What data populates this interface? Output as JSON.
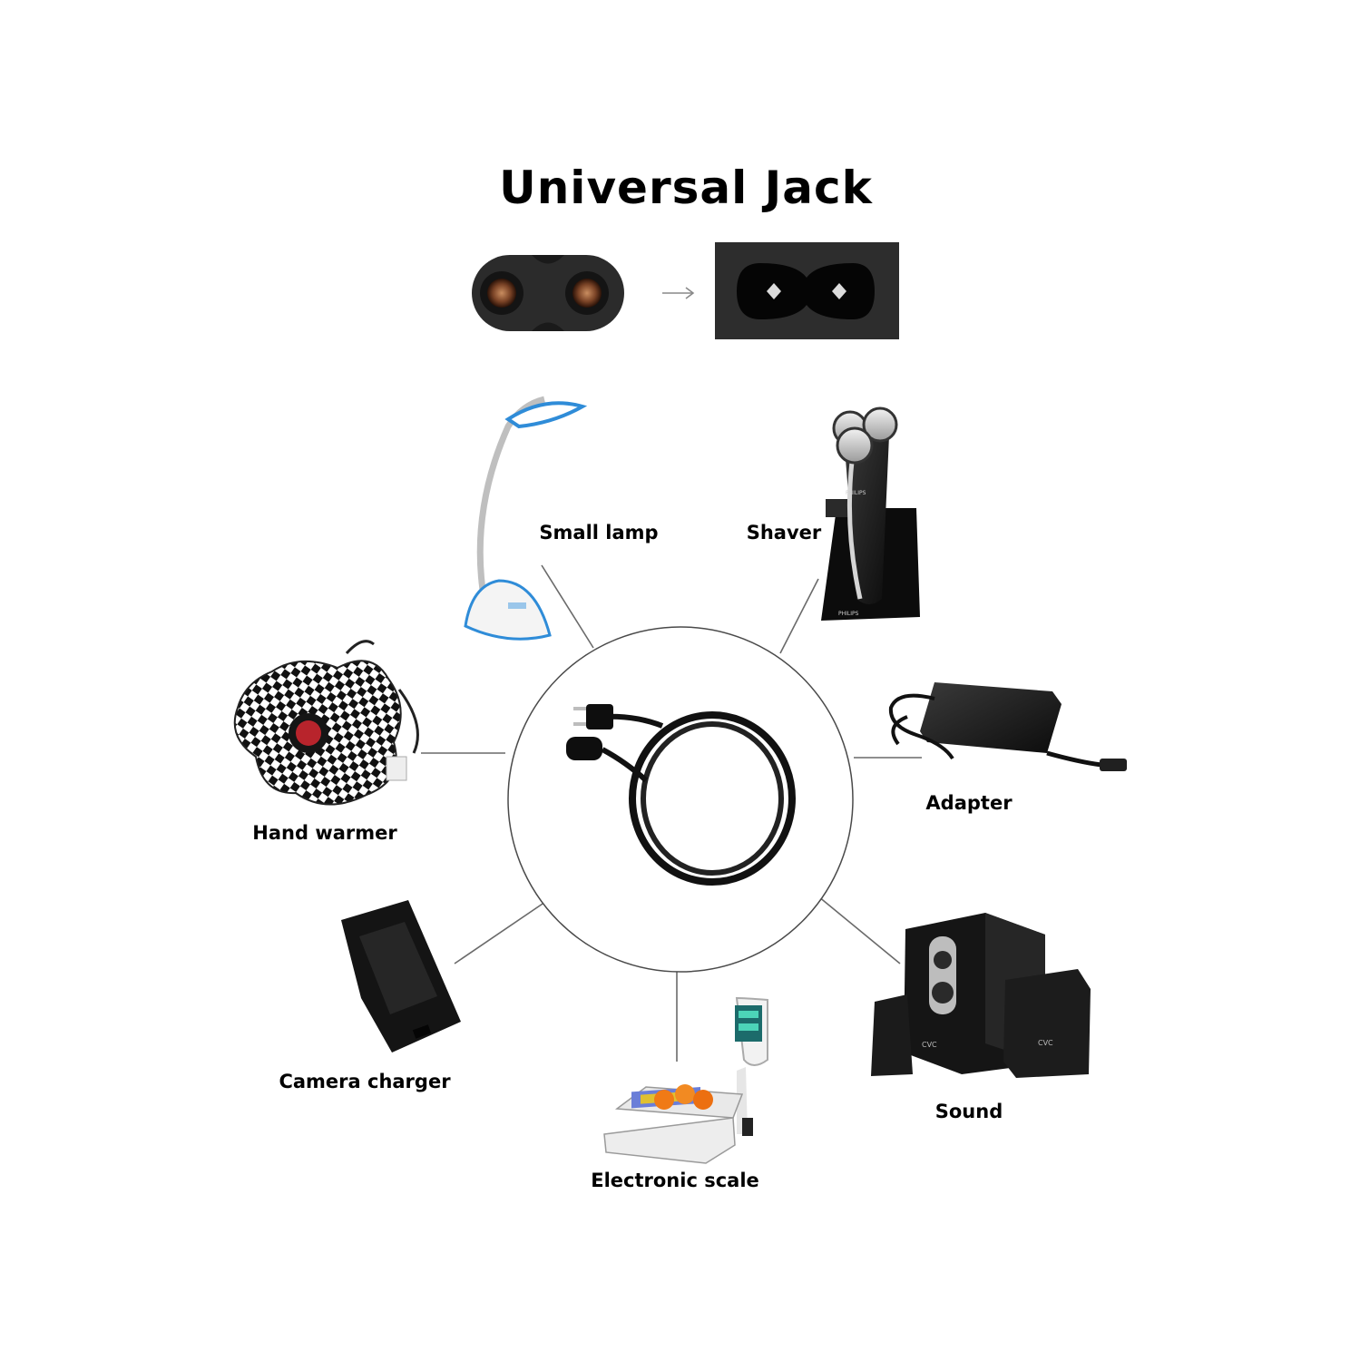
{
  "title": "Universal Jack",
  "devices": {
    "small_lamp": "Small lamp",
    "shaver": "Shaver",
    "hand_warmer": "Hand warmer",
    "adapter": "Adapter",
    "camera_charger": "Camera charger",
    "electronic_scale": "Electronic scale",
    "sound": "Sound"
  },
  "shaver_brand": "PHILIPS",
  "speaker_brand": "CVC"
}
